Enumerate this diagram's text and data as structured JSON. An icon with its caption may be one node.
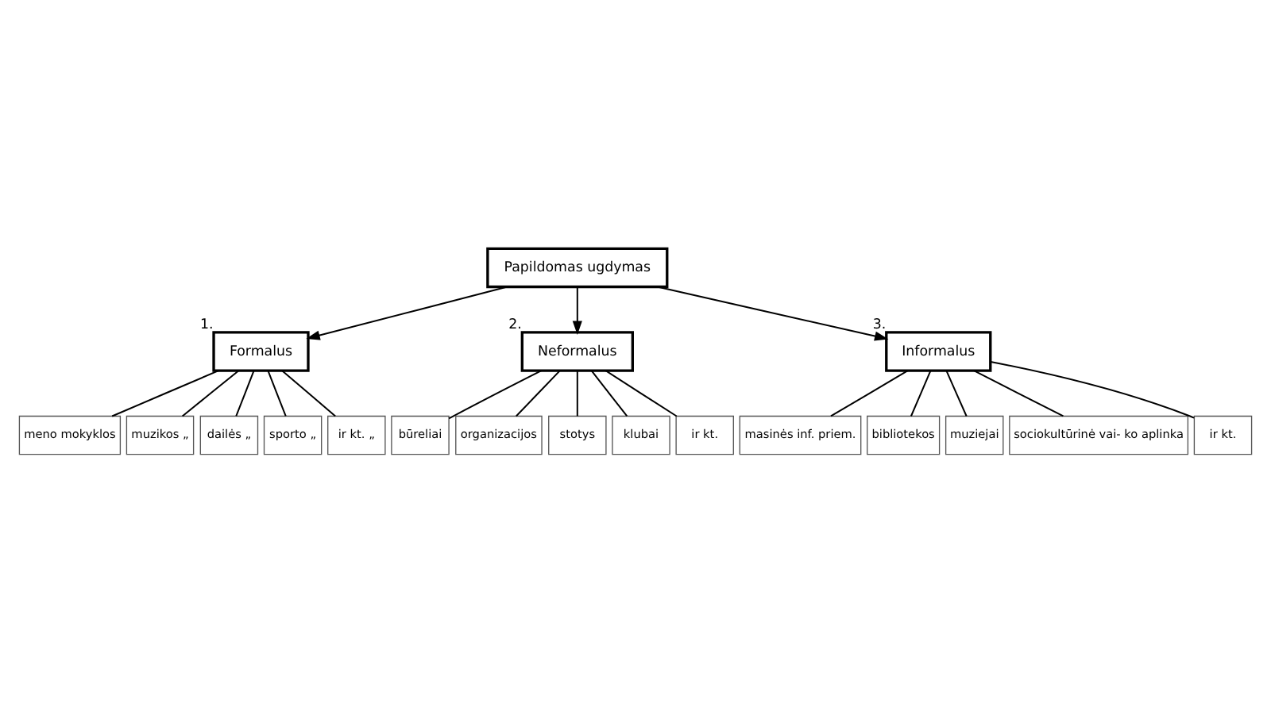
{
  "diagram": {
    "nodes": [
      {
        "text": [
          "Papildomas ugdymas"
        ]
      },
      {
        "text": [
          "Formalus"
        ],
        "beside": [
          "1."
        ]
      },
      {
        "text": [
          "meno mokyklos"
        ]
      },
      {
        "text": [
          "muzikos „"
        ]
      },
      {
        "text": [
          "dailės „"
        ]
      },
      {
        "text": [
          "sporto „"
        ]
      },
      {
        "text": [
          "ir kt. „"
        ]
      },
      {
        "text": [
          "Neformalus"
        ],
        "beside": [
          "2."
        ]
      },
      {
        "text": [
          "būreliai"
        ]
      },
      {
        "text": [
          "organizacijos"
        ]
      },
      {
        "text": [
          "stotys"
        ]
      },
      {
        "text": [
          "klubai"
        ]
      },
      {
        "text": [
          "ir kt."
        ]
      },
      {
        "text": [
          "Informalus"
        ],
        "beside": [
          "3."
        ]
      },
      {
        "text": [
          "masinės inf. priem."
        ]
      },
      {
        "text": [
          "bibliotekos"
        ]
      },
      {
        "text": [
          "muziejai"
        ]
      },
      {
        "text": [
          "sociokultūrinė vai- ko aplinka"
        ]
      },
      {
        "text": [
          "ir kt."
        ]
      }
    ],
    "edges": [
      {
        "from": 0,
        "to": 1,
        "arrow": "to"
      },
      {
        "from": 0,
        "to": 7,
        "arrow": "to"
      },
      {
        "from": 0,
        "to": 13,
        "arrow": "to"
      },
      {
        "from": 1,
        "to": 2,
        "arrow": "none"
      },
      {
        "from": 1,
        "to": 3,
        "arrow": "none"
      },
      {
        "from": 1,
        "to": 4,
        "arrow": "none"
      },
      {
        "from": 1,
        "to": 5,
        "arrow": "none"
      },
      {
        "from": 1,
        "to": 6,
        "arrow": "none"
      },
      {
        "from": 7,
        "to": 8,
        "arrow": "none"
      },
      {
        "from": 7,
        "to": 9,
        "arrow": "none"
      },
      {
        "from": 7,
        "to": 10,
        "arrow": "none"
      },
      {
        "from": 7,
        "to": 11,
        "arrow": "none"
      },
      {
        "from": 7,
        "to": 12,
        "arrow": "none"
      },
      {
        "from": 13,
        "to": 14,
        "arrow": "none"
      },
      {
        "from": 13,
        "to": 15,
        "arrow": "none"
      },
      {
        "from": 13,
        "to": 16,
        "arrow": "none"
      },
      {
        "from": 13,
        "to": 17,
        "arrow": "none"
      },
      {
        "from": 13,
        "to": 18,
        "arrow": "none"
      }
    ]
  }
}
